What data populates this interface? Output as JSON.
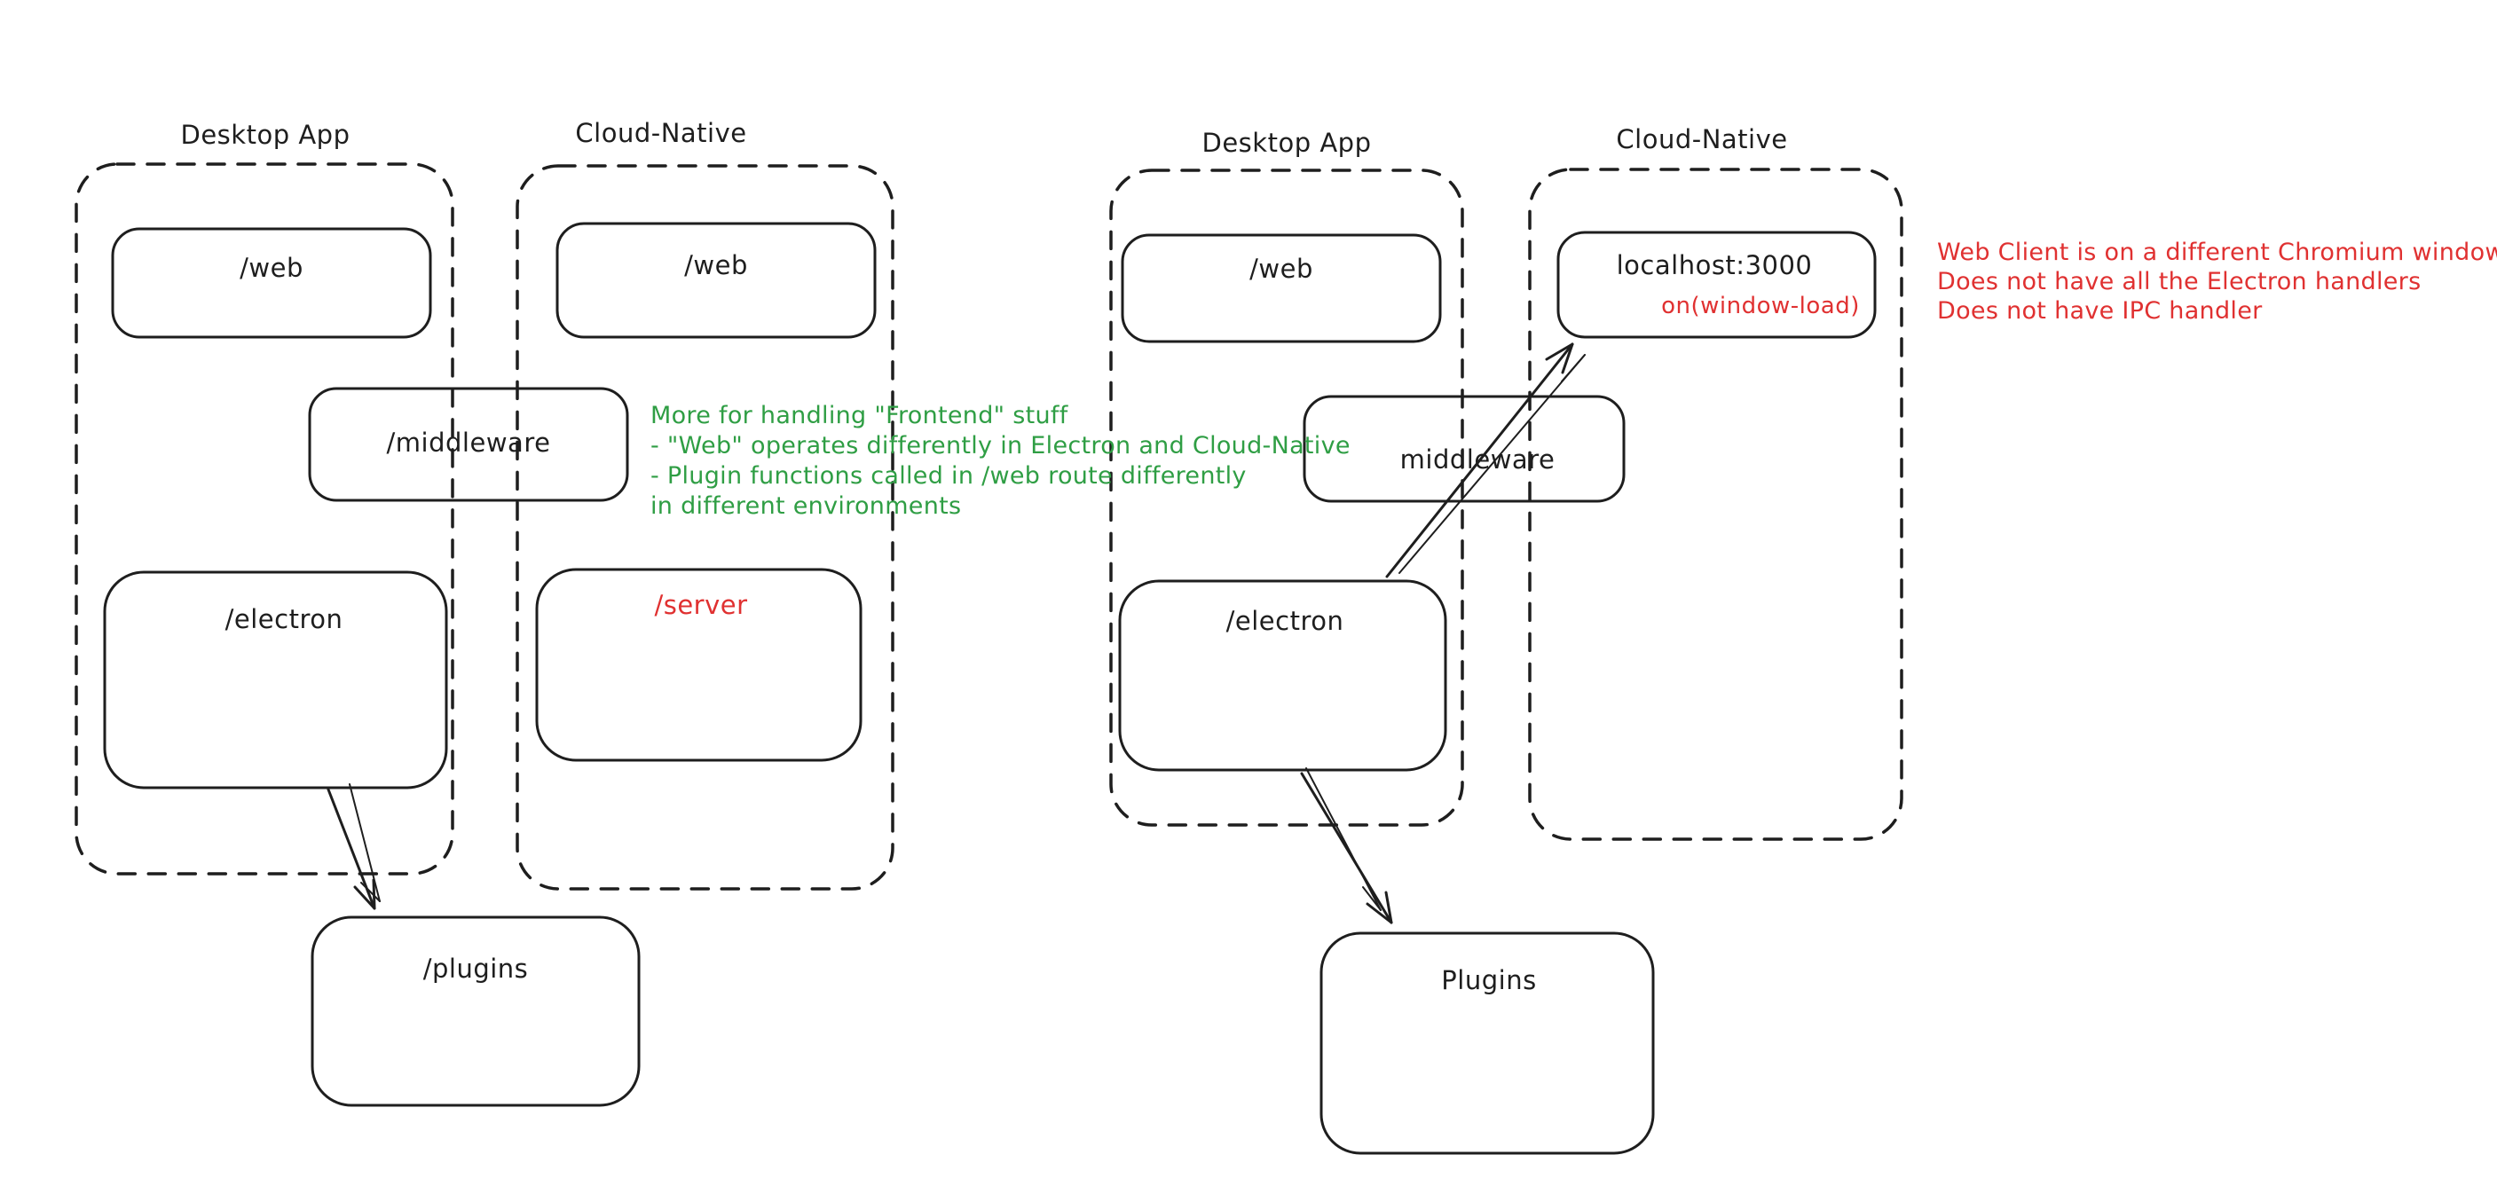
{
  "colors": {
    "stroke": "#1e1e1e",
    "accent_red": "#e03131",
    "accent_green": "#2f9e44",
    "background": "#ffffff"
  },
  "left": {
    "desktop": {
      "title": "Desktop App"
    },
    "cloud": {
      "title": "Cloud-Native"
    },
    "web_desktop": "/web",
    "web_cloud": "/web",
    "middleware": "/middleware",
    "electron": "/electron",
    "server": "/server",
    "plugins": "/plugins",
    "note": [
      "More for handling \"Frontend\" stuff",
      "- \"Web\" operates differently in Electron and Cloud-Native",
      "- Plugin functions called in /web route differently",
      "in different environments"
    ]
  },
  "right": {
    "desktop": {
      "title": "Desktop App"
    },
    "cloud": {
      "title": "Cloud-Native"
    },
    "web": "/web",
    "localhost": "localhost:3000",
    "on_window_load": "on(window-load)",
    "middleware": "middleware",
    "electron": "/electron",
    "plugins": "Plugins",
    "note": [
      "Web Client is on a different Chromium window",
      "Does not have all the Electron handlers",
      "Does not have IPC handler"
    ]
  }
}
